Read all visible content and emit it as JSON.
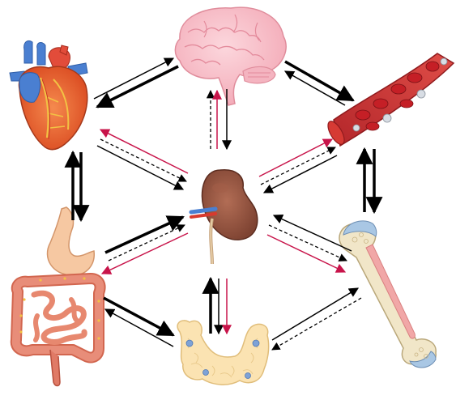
{
  "diagram": {
    "organs": [
      {
        "id": "brain",
        "icon": "brain-icon"
      },
      {
        "id": "heart",
        "icon": "heart-icon"
      },
      {
        "id": "blood-vessel",
        "icon": "blood-vessel-icon"
      },
      {
        "id": "kidney",
        "icon": "kidney-icon"
      },
      {
        "id": "intestines",
        "icon": "stomach-intestines-icon"
      },
      {
        "id": "bone",
        "icon": "bone-icon"
      },
      {
        "id": "pancreas",
        "icon": "pancreas-icon"
      }
    ],
    "arrow_styles": {
      "solid_thick": "#000000",
      "dashed_thin": "#000000",
      "red_thin": "#c8144a"
    },
    "colors": {
      "brain": "#f6b9c3",
      "heart": "#e8602c",
      "heart_vessels": "#4a7fd1",
      "blood_vessel": "#c0272d",
      "kidney": "#9a5a44",
      "stomach": "#f4c39c",
      "intestines": "#e07a66",
      "pancreas": "#fbe3b2",
      "bone": "#f1e6c8",
      "marrow": "#f1a7a7",
      "cartilage": "#a9c7e4"
    }
  }
}
